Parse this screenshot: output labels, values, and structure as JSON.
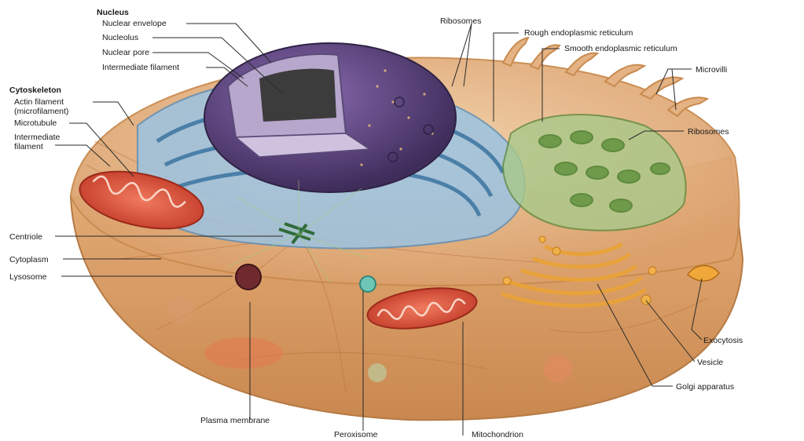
{
  "labels": {
    "nucleus_header": "Nucleus",
    "nuclear_envelope": "Nuclear envelope",
    "nucleolus": "Nucleolus",
    "nuclear_pore": "Nuclear pore",
    "intermediate_filament_nucleus": "Intermediate filament",
    "cytoskeleton_header": "Cytoskeleton",
    "actin_filament_line1": "Actin filament",
    "actin_filament_line2": "(microfilament)",
    "microtubule": "Microtubule",
    "intermediate_filament_cyto_line1": "Intermediate",
    "intermediate_filament_cyto_line2": "filament",
    "centriole": "Centriole",
    "cytoplasm": "Cytoplasm",
    "lysosome": "Lysosome",
    "plasma_membrane": "Plasma membrane",
    "peroxisome": "Peroxisome",
    "mitochondrion": "Mitochondrion",
    "ribosomes_top": "Ribosomes",
    "rough_er": "Rough endoplasmic reticulum",
    "smooth_er": "Smooth endoplasmic reticulum",
    "microvilli": "Microvilli",
    "ribosomes_right": "Ribosomes",
    "exocytosis": "Exocytosis",
    "vesicle": "Vesicle",
    "golgi_apparatus": "Golgi apparatus"
  },
  "colors": {
    "cytoplasm": "#e8b98a",
    "membrane": "#c98a4e",
    "nucleus": "#6a4f86",
    "rough_er": "#8fb5d6",
    "smooth_er": "#7fa35a",
    "mitochondrion": "#e0563e",
    "golgi": "#e8a23a",
    "lysosome": "#6e2a2e",
    "peroxisome": "#4fb0a0"
  }
}
